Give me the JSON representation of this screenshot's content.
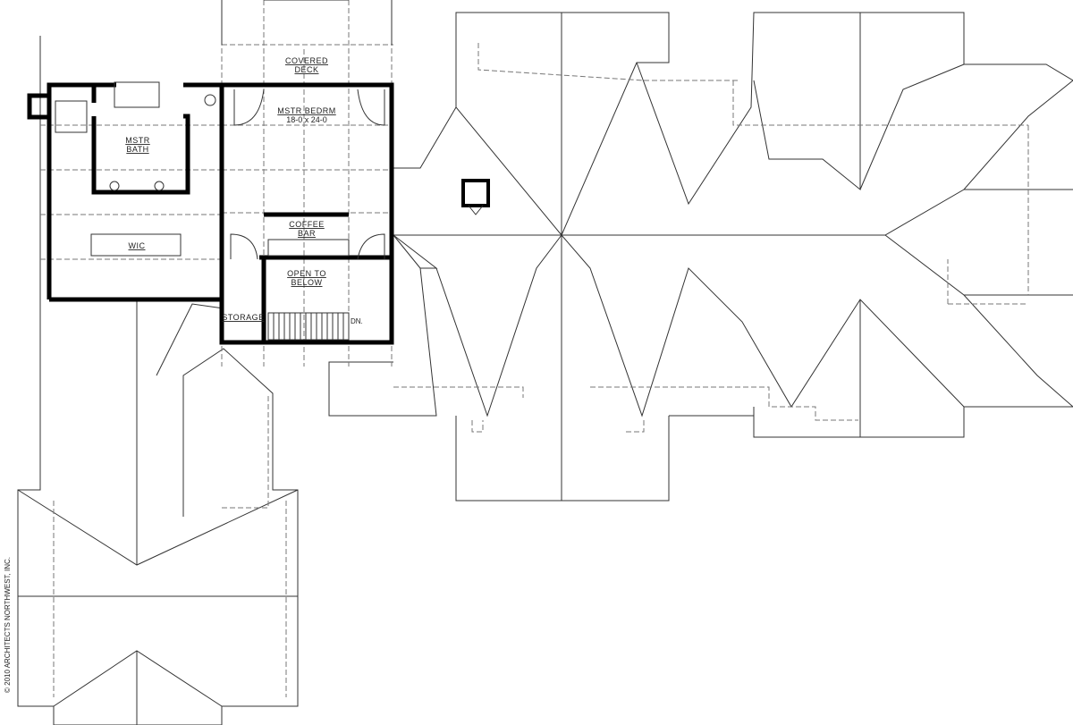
{
  "plan": {
    "rooms": {
      "covered_deck": [
        "COVERED",
        "DECK"
      ],
      "master_bedroom": [
        "MSTR BEDRM",
        "18-0 x 24-0"
      ],
      "master_bath": [
        "MSTR",
        "BATH"
      ],
      "wic": "WIC",
      "coffee_bar": [
        "COFFEE",
        "BAR"
      ],
      "open_to_below": [
        "OPEN TO",
        "BELOW"
      ],
      "storage": "STORAGE",
      "stair_down": "DN."
    },
    "copyright": "© 2010 ARCHITECTS NORTHWEST, INC."
  }
}
